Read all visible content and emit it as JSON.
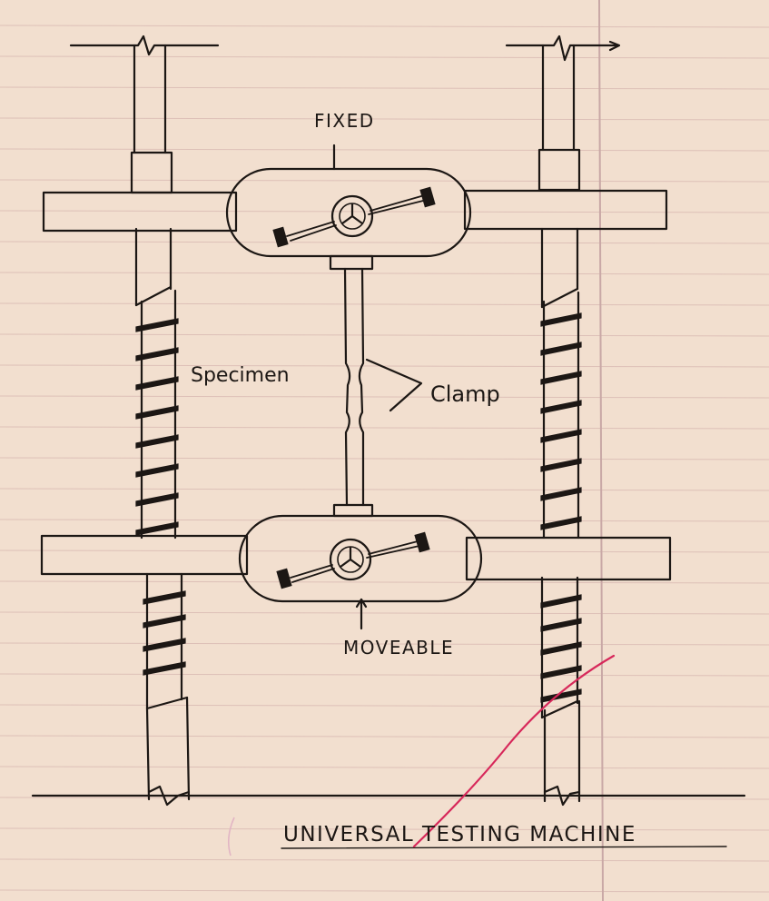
{
  "title": "UNIVERSAL TESTING MACHINE",
  "labels": {
    "fixed": "FIXED",
    "movable": "MOVEABLE",
    "specimen": "Specimen",
    "clamp": "Clamp"
  },
  "colors": {
    "paper": "#f2dfcf",
    "pencil": "#1c1714",
    "ruled_line": "#d9b9b2",
    "margin_line": "#c9a8a6",
    "red_pen": "#d7285a"
  }
}
